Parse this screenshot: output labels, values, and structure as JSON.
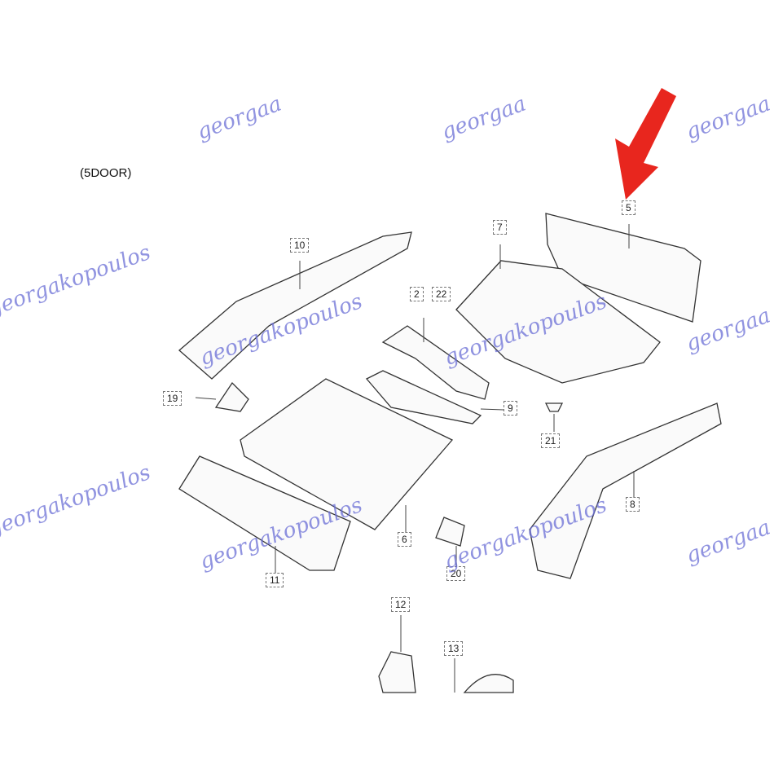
{
  "diagram": {
    "title": "(5DOOR)",
    "watermark": "georgakopoulos",
    "watermark_short": "georgaa",
    "parts": [
      {
        "id": "5",
        "label": "5"
      },
      {
        "id": "7",
        "label": "7"
      },
      {
        "id": "10",
        "label": "10"
      },
      {
        "id": "2",
        "label": "2"
      },
      {
        "id": "22",
        "label": "22"
      },
      {
        "id": "9",
        "label": "9"
      },
      {
        "id": "19",
        "label": "19"
      },
      {
        "id": "21",
        "label": "21"
      },
      {
        "id": "8",
        "label": "8"
      },
      {
        "id": "6",
        "label": "6"
      },
      {
        "id": "11",
        "label": "11"
      },
      {
        "id": "20",
        "label": "20"
      },
      {
        "id": "12",
        "label": "12"
      },
      {
        "id": "13",
        "label": "13"
      }
    ],
    "highlight": {
      "part": "5",
      "color": "#e8261e"
    },
    "colors": {
      "line": "#333333",
      "watermark": "#6b6fd6",
      "logo": "#e05050"
    }
  }
}
